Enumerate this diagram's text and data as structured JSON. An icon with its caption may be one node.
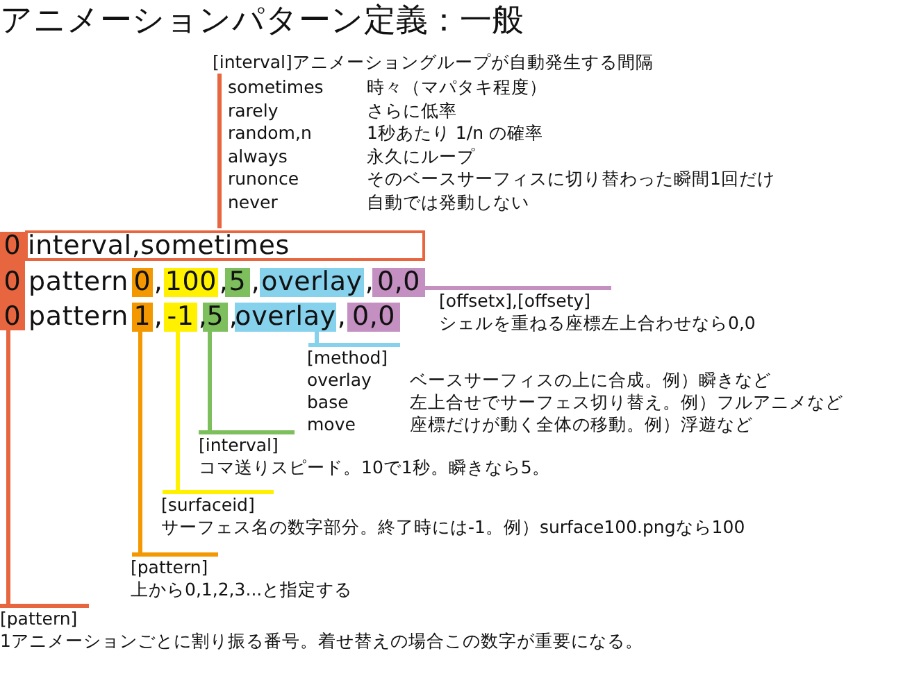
{
  "diagram": {
    "title": "アニメーションパターン定義：一般",
    "nodes": [
      {
        "text": [
          "[interval]アニメーショングループが自動発生する間隔"
        ]
      },
      {
        "text": [
          "0",
          "0",
          "0"
        ]
      },
      {
        "text": [
          "interval,sometimes"
        ]
      },
      {
        "text": [
          "0"
        ]
      },
      {
        "text": [
          "100"
        ]
      },
      {
        "text": [
          "5"
        ]
      },
      {
        "text": [
          "overlay"
        ]
      },
      {
        "text": [
          "0,0"
        ]
      },
      {
        "text": [
          "1"
        ]
      },
      {
        "text": [
          "-1"
        ]
      },
      {
        "text": [
          "5"
        ]
      },
      {
        "text": [
          "overlay"
        ]
      },
      {
        "text": [
          "0,0"
        ]
      },
      {
        "text": [
          "[offsetx],[offsety]",
          "シェルを重ねる座標左上合わせなら0,0"
        ]
      },
      {
        "text": [
          "[method]",
          "overlay",
          "ベースサーフィスの上に合成。例）瞬きなど",
          "base",
          "左上合せでサーフェス切り替え。例）フルアニメなど",
          "move",
          "座標だけが動く全体の移動。例）浮遊など"
        ]
      },
      {
        "text": [
          "[interval]",
          "コマ送りスピード。10で1秒。瞬きなら5。"
        ]
      },
      {
        "text": [
          "[surfaceid]",
          "サーフェス名の数字部分。終了時には-1。例）surface100.pngなら100"
        ]
      },
      {
        "text": [
          "[pattern]",
          "上から0,1,2,3...と指定する"
        ]
      },
      {
        "text": [
          "[pattern]",
          "1アニメーションごとに割り振る番号。着せ替えの場合この数字が重要になる。"
        ]
      }
    ],
    "edges": [
      {
        "from": 0,
        "to": 2,
        "arrow": "none",
        "color": "#e8663f"
      },
      {
        "from": 7,
        "to": 13,
        "arrow": "none",
        "color": "#c490c2"
      },
      {
        "from": 11,
        "to": 14,
        "arrow": "none",
        "color": "#86d1ec"
      },
      {
        "from": 10,
        "to": 15,
        "arrow": "none",
        "color": "#7dbf5d"
      },
      {
        "from": 9,
        "to": 16,
        "arrow": "none",
        "color": "#fff100"
      },
      {
        "from": 8,
        "to": 17,
        "arrow": "none",
        "color": "#f39800"
      },
      {
        "from": 1,
        "to": 18,
        "arrow": "none",
        "color": "#e8663f"
      }
    ],
    "labels": [
      "sometimes",
      "時々（マパタキ程度）",
      "rarely",
      "さらに低率",
      "random,n",
      "1秒あたり 1/n の確率",
      "always",
      "永久にループ",
      "runonce",
      "そのベースサーフィスに切り替わった瞬間1回だけ",
      "never",
      "自動では発動しない",
      "pattern",
      ",",
      ",",
      ",",
      ",",
      "pattern",
      ",",
      ",",
      ",",
      ","
    ]
  }
}
